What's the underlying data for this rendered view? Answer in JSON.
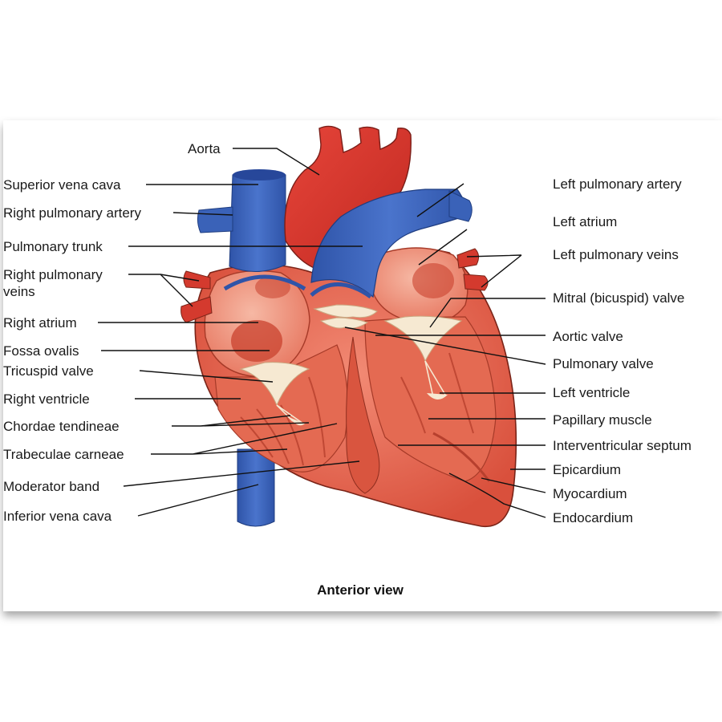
{
  "diagram": {
    "caption": "Anterior view",
    "labels_left": [
      {
        "key": "aorta",
        "text": "Aorta"
      },
      {
        "key": "superior_vena_cava",
        "text": "Superior vena cava"
      },
      {
        "key": "right_pulmonary_artery",
        "text": "Right pulmonary artery"
      },
      {
        "key": "pulmonary_trunk",
        "text": "Pulmonary trunk"
      },
      {
        "key": "right_pulmonary_veins_1",
        "text": "Right pulmonary"
      },
      {
        "key": "right_pulmonary_veins_2",
        "text": "veins"
      },
      {
        "key": "right_atrium",
        "text": "Right atrium"
      },
      {
        "key": "fossa_ovalis",
        "text": "Fossa ovalis"
      },
      {
        "key": "tricuspid_valve",
        "text": "Tricuspid valve"
      },
      {
        "key": "right_ventricle",
        "text": "Right ventricle"
      },
      {
        "key": "chordae_tendineae",
        "text": "Chordae tendineae"
      },
      {
        "key": "trabeculae_carneae",
        "text": "Trabeculae carneae"
      },
      {
        "key": "moderator_band",
        "text": "Moderator band"
      },
      {
        "key": "inferior_vena_cava",
        "text": "Inferior vena cava"
      }
    ],
    "labels_right": [
      {
        "key": "left_pulmonary_artery",
        "text": "Left pulmonary artery"
      },
      {
        "key": "left_atrium",
        "text": "Left atrium"
      },
      {
        "key": "left_pulmonary_veins",
        "text": "Left pulmonary veins"
      },
      {
        "key": "mitral_valve",
        "text": "Mitral (bicuspid) valve"
      },
      {
        "key": "aortic_valve",
        "text": "Aortic valve"
      },
      {
        "key": "pulmonary_valve",
        "text": "Pulmonary valve"
      },
      {
        "key": "left_ventricle",
        "text": "Left ventricle"
      },
      {
        "key": "papillary_muscle",
        "text": "Papillary muscle"
      },
      {
        "key": "interventricular_septum",
        "text": "Interventricular septum"
      },
      {
        "key": "epicardium",
        "text": "Epicardium"
      },
      {
        "key": "myocardium",
        "text": "Myocardium"
      },
      {
        "key": "endocardium",
        "text": "Endocardium"
      }
    ]
  },
  "colors": {
    "artery_red": "#d8322a",
    "muscle_red": "#e8705c",
    "chamber_pink": "#f0a08a",
    "vein_blue": "#3a62b8",
    "valve_cream": "#f6e9d2"
  }
}
